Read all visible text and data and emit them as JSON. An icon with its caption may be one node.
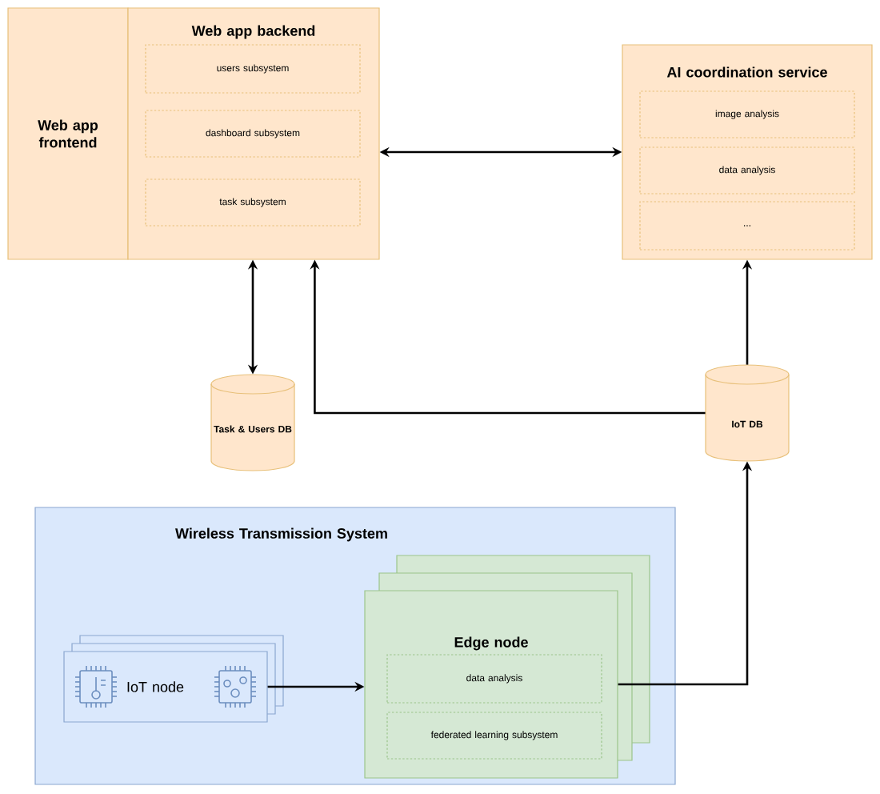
{
  "diagram": {
    "nodes": [
      {
        "text": [
          "Web app frontend"
        ]
      },
      {
        "text": [
          "Web app backend"
        ]
      },
      {
        "text": [
          "users subsystem"
        ],
        "in": 1
      },
      {
        "text": [
          "dashboard subsystem"
        ],
        "in": 1
      },
      {
        "text": [
          "task subsystem"
        ],
        "in": 1
      },
      {
        "text": [
          "AI coordination service"
        ]
      },
      {
        "text": [
          "image analysis"
        ],
        "in": 5
      },
      {
        "text": [
          "data analysis"
        ],
        "in": 5
      },
      {
        "text": [
          "..."
        ],
        "in": 5
      },
      {
        "text": [
          "Task & Users DB"
        ]
      },
      {
        "text": [
          "IoT DB"
        ]
      },
      {
        "text": [
          "Wireless Transmission System"
        ]
      },
      {
        "text": [
          "IoT node"
        ],
        "in": 11
      },
      {
        "text": [
          "Edge node"
        ],
        "in": 11
      },
      {
        "text": [
          "data analysis"
        ],
        "in": 13
      },
      {
        "text": [
          "federated learning subsystem"
        ],
        "in": 13
      }
    ],
    "edges": [
      {
        "from": 1,
        "to": 5,
        "arrow": "both"
      },
      {
        "from": 1,
        "to": 9,
        "arrow": "both"
      },
      {
        "from": 10,
        "to": 1,
        "arrow": "to"
      },
      {
        "from": 10,
        "to": 5,
        "arrow": "to"
      },
      {
        "from": 12,
        "to": 13,
        "arrow": "to"
      },
      {
        "from": 13,
        "to": 10,
        "arrow": "to"
      }
    ]
  }
}
